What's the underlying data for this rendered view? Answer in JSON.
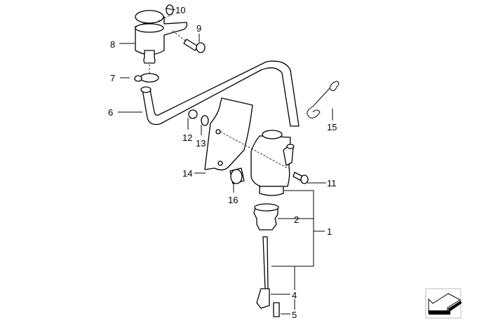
{
  "diagram": {
    "callouts": {
      "p1": "1",
      "p2": "2",
      "p4": "4",
      "p5": "5",
      "p6": "6",
      "p7": "7",
      "p8": "8",
      "p9": "9",
      "p10": "10",
      "p11": "11",
      "p12": "12",
      "p13": "13",
      "p14": "14",
      "p15": "15",
      "p16": "16"
    },
    "nav_icon": "back-arrow-icon"
  }
}
